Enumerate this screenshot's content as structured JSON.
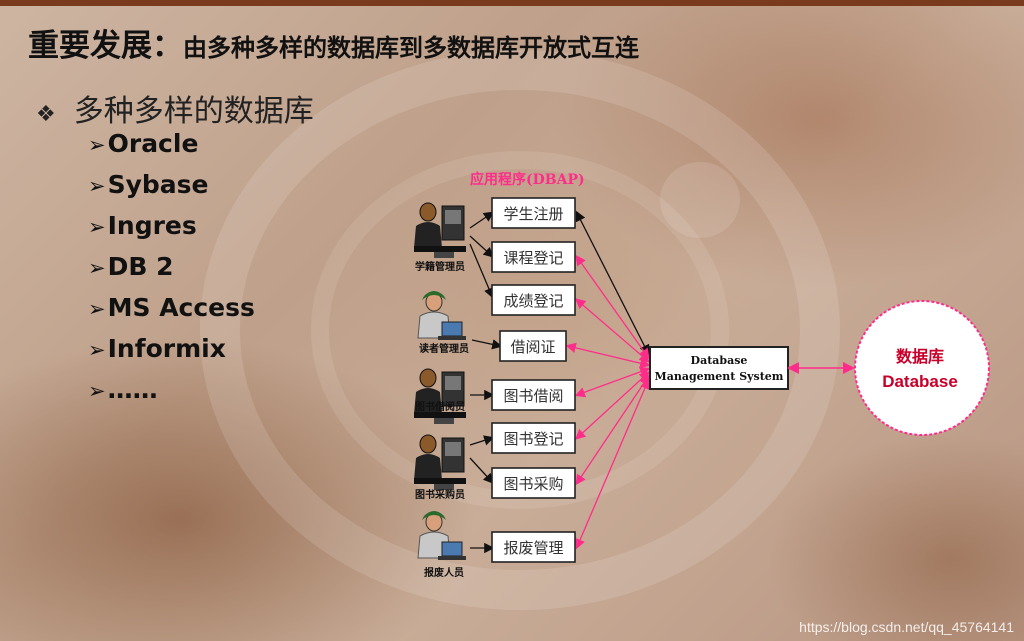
{
  "slide": {
    "title_main": "重要发展：",
    "title_sub": "由多种多样的数据库到多数据库开放式互连",
    "bullet_main": "多种多样的数据库",
    "bullet_symbol": "❖",
    "arrow_symbol": "➢",
    "db_list": [
      "Oracle",
      "Sybase",
      "Ingres",
      "DB 2",
      "MS Access",
      "Informix",
      "……"
    ]
  },
  "diagram": {
    "app_header": "应用程序(DBAP)",
    "apps": [
      "学生注册",
      "课程登记",
      "成绩登记",
      "借阅证",
      "图书借阅",
      "图书登记",
      "图书采购",
      "报废管理"
    ],
    "roles": [
      "学籍管理员",
      "读者管理员",
      "图书借阅员",
      "图书采购员",
      "报废人员"
    ],
    "dbms_line1": "Database",
    "dbms_line2": "Management System",
    "db_cn": "数据库",
    "db_en": "Database",
    "colors": {
      "pink": "#ff2d8a",
      "dbred": "#c8002a",
      "accent_dark": "#7a3a1e"
    }
  },
  "watermark": "https://blog.csdn.net/qq_45764141"
}
